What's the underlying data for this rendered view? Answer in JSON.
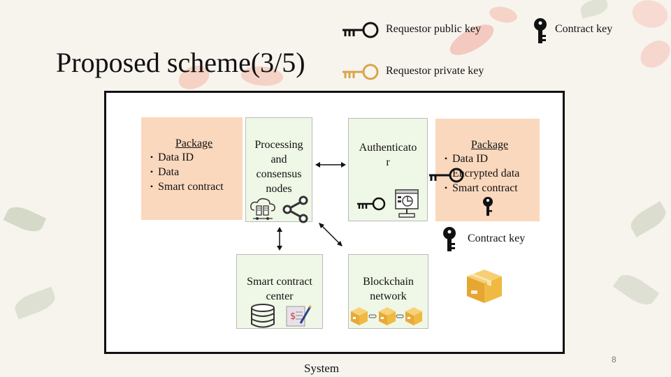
{
  "title": "Proposed scheme(3/5)",
  "legend": {
    "public_key": "Requestor public key",
    "private_key": "Requestor private key",
    "contract_key": "Contract key"
  },
  "package_left": {
    "heading": "Package",
    "items": [
      "Data ID",
      "Data",
      "Smart contract"
    ]
  },
  "processing_nodes": {
    "label": [
      "Processing",
      "and",
      "consensus",
      "nodes"
    ]
  },
  "authenticator": {
    "label": [
      "Authenticato",
      "r"
    ]
  },
  "package_right": {
    "heading": "Package",
    "items": [
      "Data ID",
      "Encrypted data",
      "Smart contract"
    ]
  },
  "contract_key_label": "Contract key",
  "smart_contract_center": {
    "label": [
      "Smart contract",
      "center"
    ]
  },
  "blockchain_network": {
    "label": [
      "Blockchain",
      "network"
    ]
  },
  "system_label": "System",
  "page_number": "8",
  "colors": {
    "public_key": "#111111",
    "private_key": "#d8a64a",
    "package_fill": "#fad8bd",
    "node_fill": "#eff7e6",
    "box_gold": "#f0b941"
  },
  "icons": [
    "key-icon",
    "cloud-server-icon",
    "share-icon",
    "computer-icon",
    "database-icon",
    "contract-document-icon",
    "package-box-icon",
    "blockchain-icon"
  ]
}
